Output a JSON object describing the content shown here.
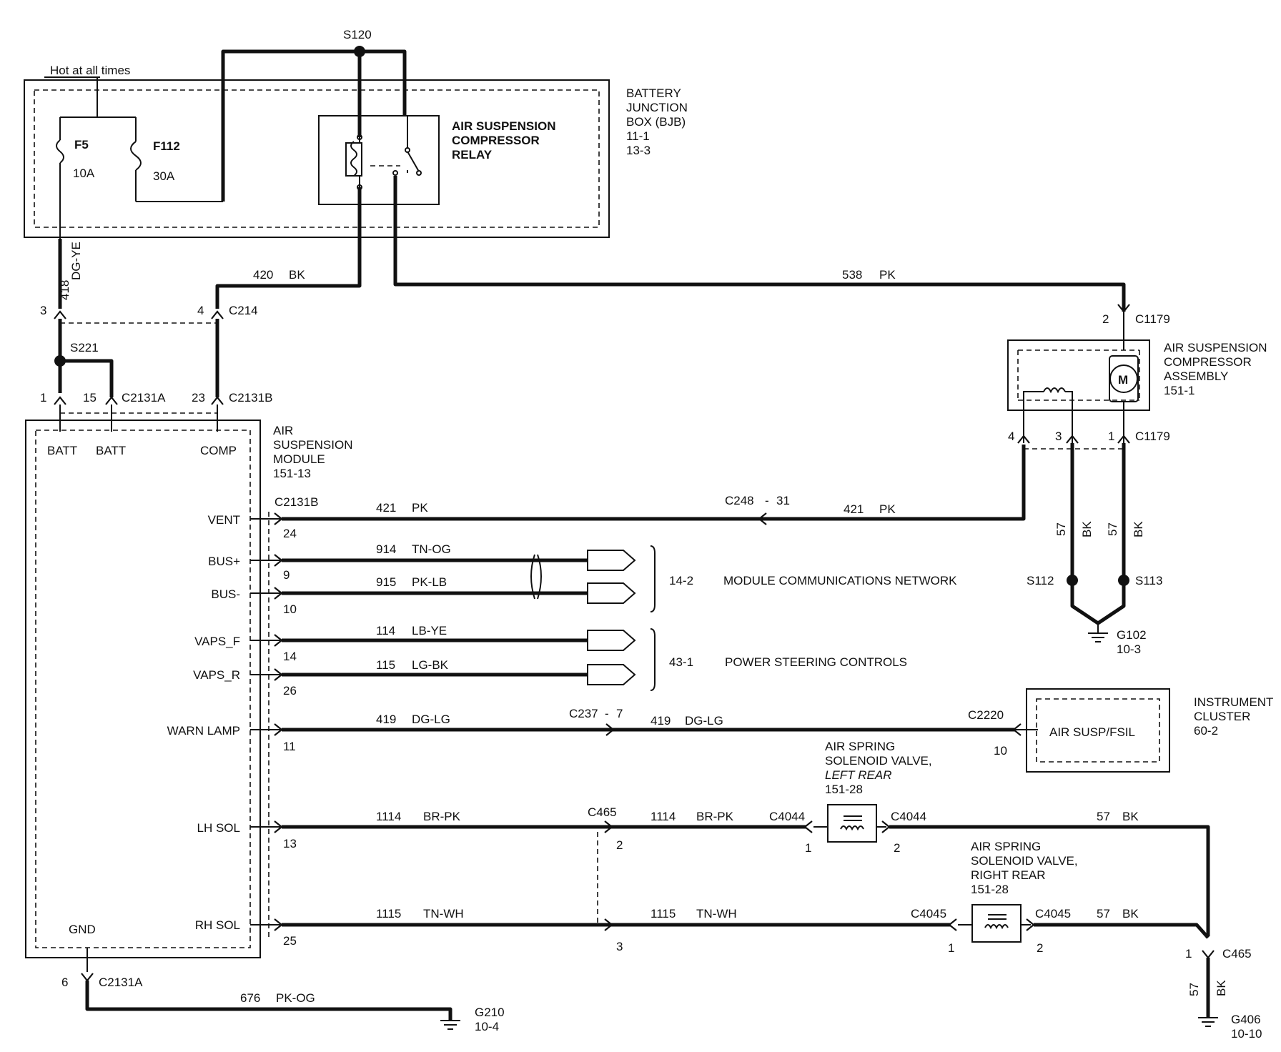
{
  "battery_junction_box": {
    "hot_label": "Hot at all times",
    "title_lines": [
      "BATTERY",
      "JUNCTION",
      "BOX (BJB)",
      "11-1",
      "13-3"
    ],
    "fuse_f5": {
      "name": "F5",
      "rating": "10A"
    },
    "fuse_f112": {
      "name": "F112",
      "rating": "30A"
    },
    "relay_lines": [
      "AIR SUSPENSION",
      "COMPRESSOR",
      "RELAY"
    ]
  },
  "splices": {
    "s120": "S120",
    "s221": "S221",
    "s112": "S112",
    "s113": "S113"
  },
  "wires": {
    "w418": {
      "circuit": "418",
      "color": "DG-YE"
    },
    "w420": {
      "circuit": "420",
      "color": "BK"
    },
    "w538": {
      "circuit": "538",
      "color": "PK"
    },
    "w421a": {
      "circuit": "421",
      "color": "PK"
    },
    "w421b": {
      "circuit": "421",
      "color": "PK"
    },
    "w914": {
      "circuit": "914",
      "color": "TN-OG"
    },
    "w915": {
      "circuit": "915",
      "color": "PK-LB"
    },
    "w114": {
      "circuit": "114",
      "color": "LB-YE"
    },
    "w115": {
      "circuit": "115",
      "color": "LG-BK"
    },
    "w419a": {
      "circuit": "419",
      "color": "DG-LG"
    },
    "w419b": {
      "circuit": "419",
      "color": "DG-LG"
    },
    "w1114a": {
      "circuit": "1114",
      "color": "BR-PK"
    },
    "w1114b": {
      "circuit": "1114",
      "color": "BR-PK"
    },
    "w1115a": {
      "circuit": "1115",
      "color": "TN-WH"
    },
    "w1115b": {
      "circuit": "1115",
      "color": "TN-WH"
    },
    "w57_s112": {
      "circuit": "57",
      "color": "BK"
    },
    "w57_s113": {
      "circuit": "57",
      "color": "BK"
    },
    "w57_lr": {
      "circuit": "57",
      "color": "BK"
    },
    "w57_rr": {
      "circuit": "57",
      "color": "BK"
    },
    "w57_g406": {
      "circuit": "57",
      "color": "BK"
    },
    "w676": {
      "circuit": "676",
      "color": "PK-OG"
    }
  },
  "connectors": {
    "c214": {
      "name": "C214",
      "pin_a": "3",
      "pin_b": "4"
    },
    "c2131a_top": {
      "name": "C2131A",
      "pin_1": "1",
      "pin_15": "15"
    },
    "c2131b_top": {
      "name": "C2131B",
      "pin_23": "23"
    },
    "c1179_top": {
      "name": "C1179",
      "pin": "2"
    },
    "c1179_bottom": {
      "name": "C1179",
      "pin_4": "4",
      "pin_3": "3",
      "pin_1": "1"
    },
    "c2131b_side": {
      "name": "C2131B"
    },
    "c248": {
      "name": "C248",
      "sep": "-",
      "pin": "31"
    },
    "c237": {
      "name": "C237",
      "sep": "-",
      "pin": "7"
    },
    "c2220": {
      "name": "C2220",
      "pin": "10"
    },
    "c465_mid": {
      "name": "C465",
      "pin_2": "2",
      "pin_3": "3"
    },
    "c4044": {
      "name": "C4044",
      "pin_1": "1",
      "pin_2": "2"
    },
    "c4045": {
      "name": "C4045",
      "pin_1": "1",
      "pin_2": "2"
    },
    "c465_right": {
      "name": "C465",
      "pin": "1"
    },
    "c2131a_bottom": {
      "name": "C2131A",
      "pin": "6"
    }
  },
  "module": {
    "title_lines": [
      "AIR",
      "SUSPENSION",
      "MODULE",
      "151-13"
    ],
    "top_pins": {
      "batt1": "BATT",
      "batt2": "BATT",
      "comp": "COMP"
    },
    "pins": [
      {
        "name": "VENT",
        "num": "24"
      },
      {
        "name": "BUS+",
        "num": "9"
      },
      {
        "name": "BUS-",
        "num": "10"
      },
      {
        "name": "VAPS_F",
        "num": "14"
      },
      {
        "name": "VAPS_R",
        "num": "26"
      },
      {
        "name": "WARN LAMP",
        "num": "11"
      },
      {
        "name": "LH SOL",
        "num": "13"
      },
      {
        "name": "RH SOL",
        "num": "25"
      }
    ],
    "gnd": "GND"
  },
  "compressor": {
    "title_lines": [
      "AIR SUSPENSION",
      "COMPRESSOR",
      "ASSEMBLY",
      "151-1"
    ],
    "motor": "M"
  },
  "networks": {
    "mcn": {
      "ref": "14-2",
      "label": "MODULE COMMUNICATIONS NETWORK"
    },
    "psc": {
      "ref": "43-1",
      "label": "POWER STEERING CONTROLS"
    }
  },
  "instrument_cluster": {
    "title_lines": [
      "INSTRUMENT",
      "CLUSTER",
      "60-2"
    ],
    "inner": "AIR SUSP/FSIL"
  },
  "valve_left": {
    "title_lines": [
      "AIR SPRING",
      "SOLENOID VALVE,",
      "LEFT REAR",
      "151-28"
    ]
  },
  "valve_right": {
    "title_lines": [
      "AIR SPRING",
      "SOLENOID VALVE,",
      "RIGHT REAR",
      "151-28"
    ]
  },
  "grounds": {
    "g102": {
      "name": "G102",
      "ref": "10-3"
    },
    "g210": {
      "name": "G210",
      "ref": "10-4"
    },
    "g406": {
      "name": "G406",
      "ref": "10-10"
    }
  }
}
